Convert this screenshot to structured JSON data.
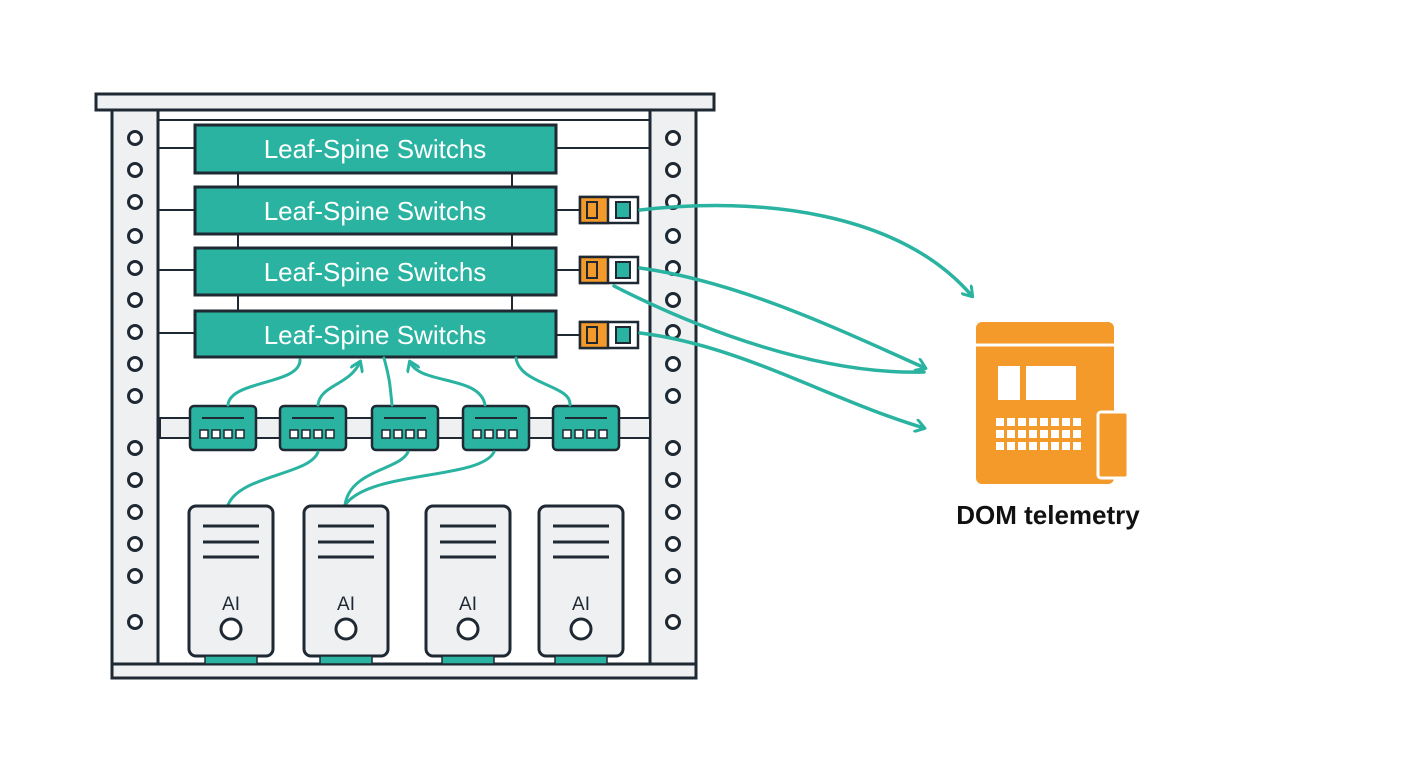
{
  "switches": [
    {
      "label": "Leaf-Spine Switchs"
    },
    {
      "label": "Leaf-Spine Switchs"
    },
    {
      "label": "Leaf-Spine Switchs"
    },
    {
      "label": "Leaf-Spine Switchs"
    }
  ],
  "servers": [
    {
      "label": "AI"
    },
    {
      "label": "AI"
    },
    {
      "label": "AI"
    },
    {
      "label": "AI"
    }
  ],
  "telemetry": {
    "label": "DOM telemetry",
    "icon": "telemetry-dashboard-icon"
  },
  "colors": {
    "teal": "#2ab3a1",
    "teal_dark": "#1d8f81",
    "orange": "#f39a2b",
    "outline": "#1f2933",
    "rack_fill": "#eef0f1"
  }
}
